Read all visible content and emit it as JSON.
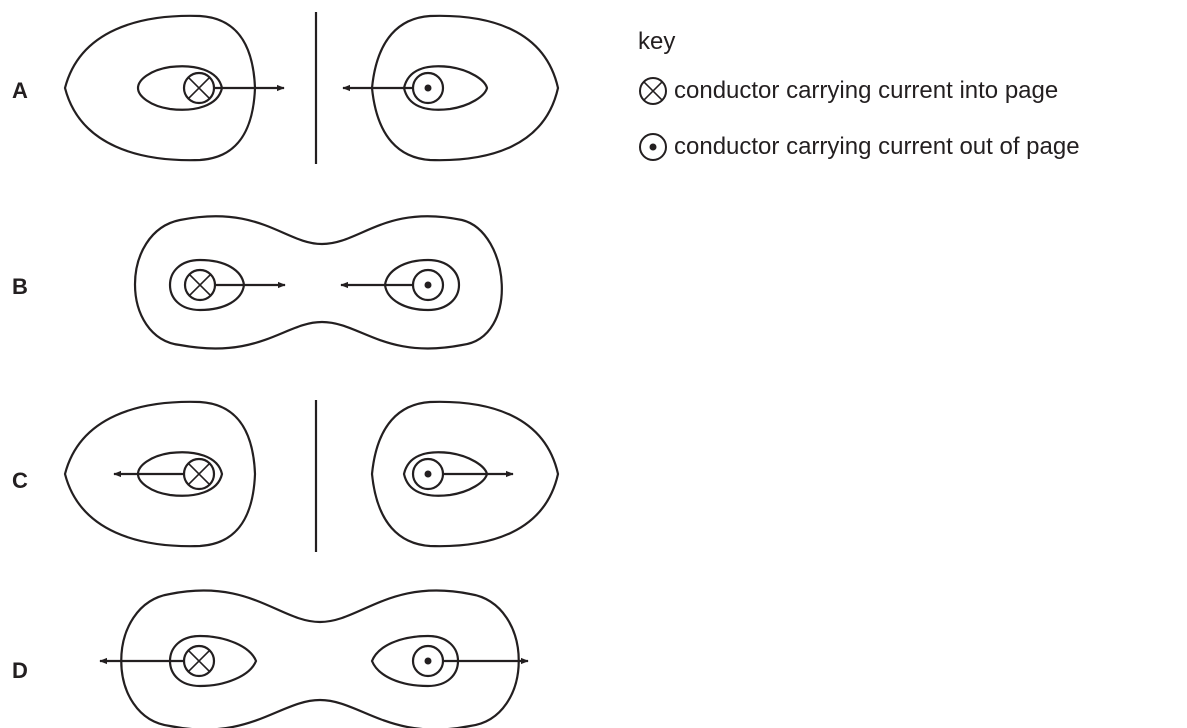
{
  "options": [
    {
      "label": "A",
      "field": "separate",
      "force": "toward"
    },
    {
      "label": "B",
      "field": "enclosing",
      "force": "toward"
    },
    {
      "label": "C",
      "field": "separate",
      "force": "away"
    },
    {
      "label": "D",
      "field": "enclosing",
      "force": "away"
    }
  ],
  "key": {
    "title": "key",
    "into_page": "conductor carrying current into page",
    "out_of_page": "conductor carrying current out of page"
  },
  "colors": {
    "ink": "#231f20",
    "background": "#ffffff"
  },
  "icons": {
    "into_page": "circle-cross-icon",
    "out_of_page": "circle-dot-icon"
  }
}
